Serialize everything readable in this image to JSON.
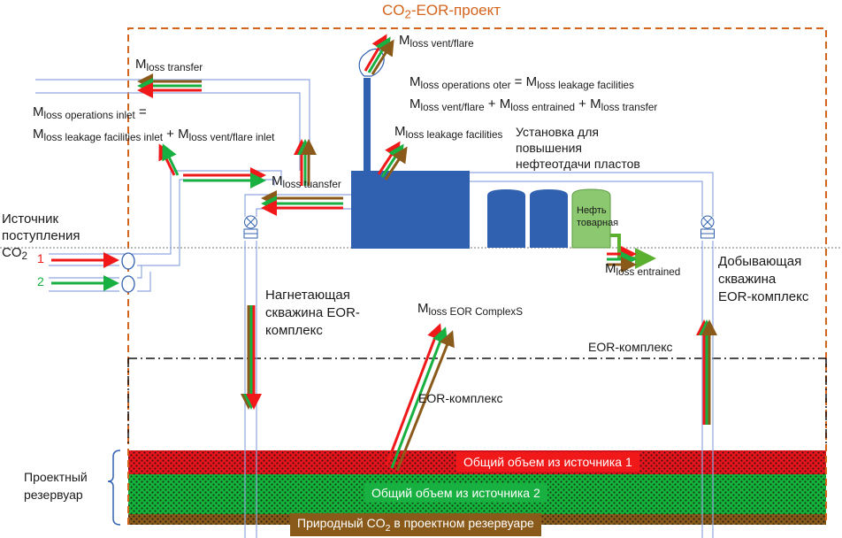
{
  "title": {
    "prefix": "CO",
    "sub": "2",
    "suffix": "-EOR-проект"
  },
  "colors": {
    "project_boundary": "#d4631b",
    "equipment_blue": "#3060b0",
    "pipe_blue": "#8fa8e0",
    "source1_red": "#f01818",
    "source2_green": "#18b040",
    "natural_brown": "#8a5a1a",
    "oil_tank_green": "#8cc870"
  },
  "source": {
    "label_lines": [
      "Источник",
      "поступления"
    ],
    "co2_prefix": "CO",
    "co2_sub": "2",
    "inputs": [
      {
        "id": "1",
        "color": "#f01818"
      },
      {
        "id": "2",
        "color": "#18b040"
      }
    ]
  },
  "labels": {
    "m": "M",
    "loss_transfer": "loss transfer",
    "loss_vent_flare": "loss vent/flare",
    "loss_leakage_facilities": "loss leakage facilities",
    "loss_tuansfer": "loss tuansfer",
    "loss_entrained": "loss entrained",
    "loss_eor_complexs": "loss EOR ComplexS",
    "operations_inlet": {
      "lhs": "loss operations inlet",
      "eq": "=",
      "t1": "loss leakage facilities inlet",
      "plus": "+",
      "t2": "loss vent/flare inlet"
    },
    "operations_oter": {
      "lhs": "loss operations oter",
      "eq": "=",
      "t1": "loss leakage facilities",
      "t2": "loss vent/flare",
      "plus": "+",
      "t3": "loss entrained",
      "t4": "loss transfer"
    }
  },
  "facility": {
    "lines": [
      "Установка для",
      "повышения",
      "нефтеотдачи пластов"
    ]
  },
  "oil_tank": {
    "lines": [
      "Нефть",
      "товарная"
    ]
  },
  "injection_well": {
    "lines": [
      "Нагнетающая",
      "скважина EOR-",
      "комплекс"
    ]
  },
  "production_well": {
    "lines": [
      "Добывающая",
      "скважина",
      "EOR-комплекс"
    ]
  },
  "eor_complex_boundary": "EOR-комплекс",
  "eor_complex_inner": "EOR-комплекс",
  "reservoir": {
    "label_lines": [
      "Проектный",
      "резервуар"
    ],
    "layers": [
      {
        "name": "source1",
        "label": "Общий объем из источника 1"
      },
      {
        "name": "source2",
        "label": "Общий объем из источника 2"
      },
      {
        "name": "natural",
        "label_prefix": "Природный CO",
        "label_sub": "2",
        "label_suffix": " в проектном резервуаре"
      }
    ]
  }
}
